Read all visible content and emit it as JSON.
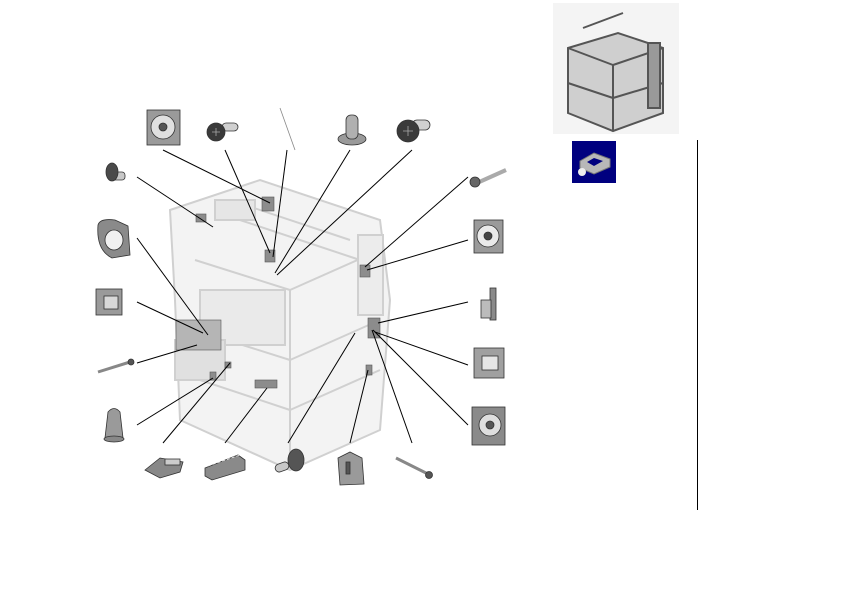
{
  "colors": {
    "leader_line": "#000000",
    "part_fill": "#9a9a9a",
    "part_dark": "#4a4a4a",
    "chassis": "#d8d8d8",
    "model_button_bg": "#00007f"
  },
  "parts": [
    "fan",
    "pan-head-screw",
    "thin-leader",
    "standoff",
    "pan-head-screw",
    "shoulder-screw",
    "blower",
    "bracket",
    "long-screw",
    "cone-spacer",
    "clip",
    "connector",
    "standoff",
    "latch-clip",
    "long-screw",
    "fan",
    "bracket",
    "small-bracket",
    "fan",
    "flange-screw"
  ],
  "model_button_icon": "frame-model-icon"
}
